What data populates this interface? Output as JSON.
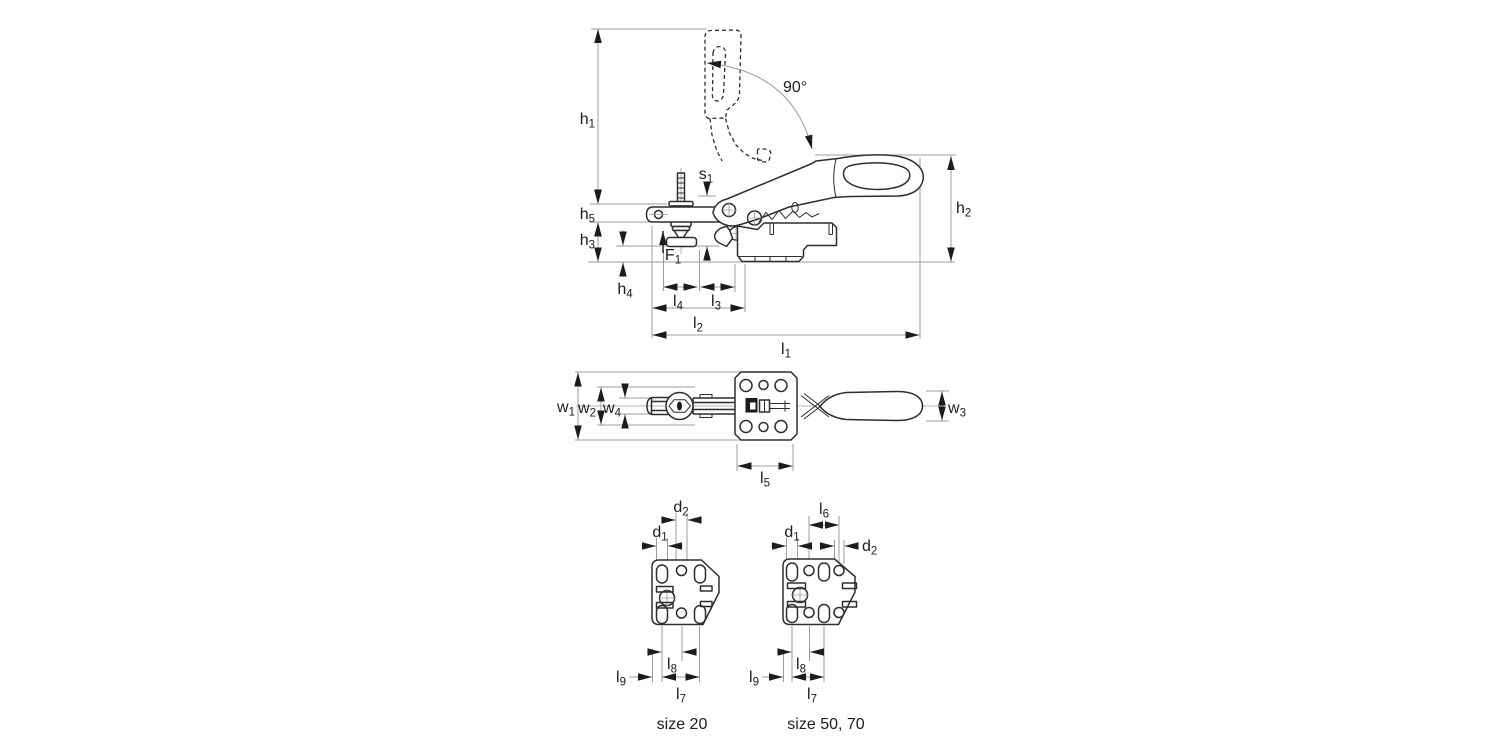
{
  "drawing_type": "toggle-clamp dimensional drawing",
  "colors": {
    "part_line": "#2e2e2e",
    "dimension_line": "#9c9c9c",
    "arrow": "#1c1c1c",
    "text": "#1c1c1c",
    "background": "#ffffff"
  },
  "labels": {
    "h1": {
      "base": "h",
      "sub": "1"
    },
    "h2": {
      "base": "h",
      "sub": "2"
    },
    "h3": {
      "base": "h",
      "sub": "3"
    },
    "h4": {
      "base": "h",
      "sub": "4"
    },
    "h5": {
      "base": "h",
      "sub": "5"
    },
    "s1": {
      "base": "s",
      "sub": "1"
    },
    "f1": {
      "base": "F",
      "sub": "1"
    },
    "angle": {
      "base": "90°",
      "sub": ""
    },
    "l1": {
      "base": "l",
      "sub": "1"
    },
    "l2": {
      "base": "l",
      "sub": "2"
    },
    "l3": {
      "base": "l",
      "sub": "3"
    },
    "l4": {
      "base": "l",
      "sub": "4"
    },
    "l5": {
      "base": "l",
      "sub": "5"
    },
    "l6": {
      "base": "l",
      "sub": "6"
    },
    "l7": {
      "base": "l",
      "sub": "7"
    },
    "l8": {
      "base": "l",
      "sub": "8"
    },
    "l9": {
      "base": "l",
      "sub": "9"
    },
    "w1": {
      "base": "w",
      "sub": "1"
    },
    "w2": {
      "base": "w",
      "sub": "2"
    },
    "w3": {
      "base": "w",
      "sub": "3"
    },
    "w4": {
      "base": "w",
      "sub": "4"
    },
    "d1": {
      "base": "d",
      "sub": "1"
    },
    "d2": {
      "base": "d",
      "sub": "2"
    }
  },
  "captions": {
    "plate_left": "size 20",
    "plate_right": "size 50, 70"
  }
}
